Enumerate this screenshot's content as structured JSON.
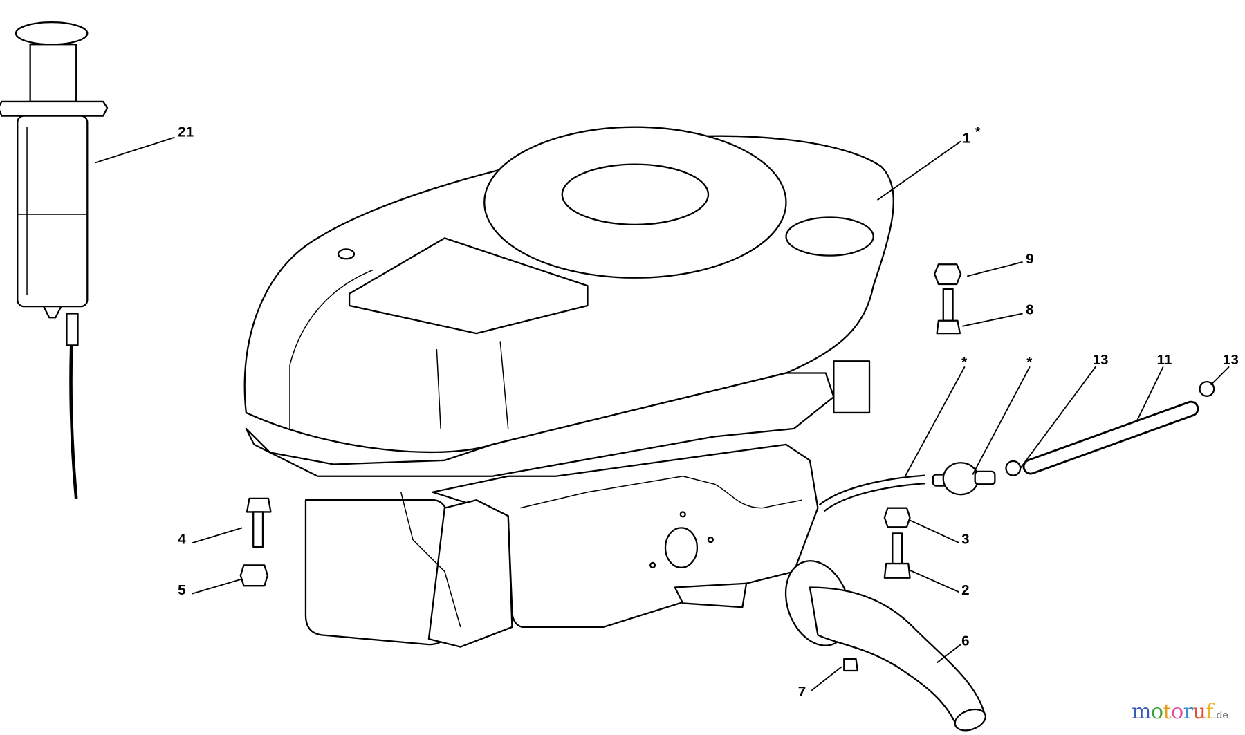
{
  "labels": {
    "p21": "21",
    "p1": "1",
    "p1_star": "*",
    "p9": "9",
    "p8": "8",
    "star_a": "*",
    "star_b": "*",
    "p13a": "13",
    "p11": "11",
    "p13b": "13",
    "p4": "4",
    "p5": "5",
    "p3": "3",
    "p2": "2",
    "p6": "6",
    "p7": "7"
  },
  "watermark": {
    "letters": [
      "m",
      "o",
      "t",
      "o",
      "r",
      "u",
      "f"
    ],
    "colors": [
      "#3a5bb8",
      "#3aa03a",
      "#e0a020",
      "#e04a9a",
      "#3a8fd0",
      "#e05030",
      "#f0b020"
    ],
    "suffix": ".de"
  }
}
